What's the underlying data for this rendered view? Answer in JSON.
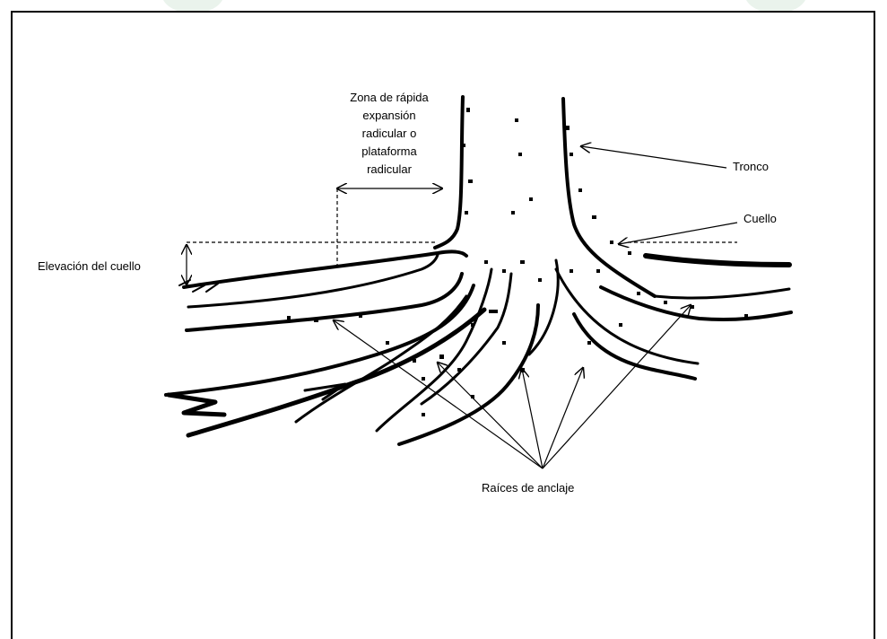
{
  "diagram": {
    "labels": {
      "zona": [
        "Zona de rápida",
        "expansión",
        "radicular o",
        "plataforma",
        "radicular"
      ],
      "tronco": "Tronco",
      "cuello": "Cuello",
      "elevacion": "Elevación del cuello",
      "raices": "Raíces de anclaje"
    },
    "colors": {
      "ink": "#000000",
      "background": "#ffffff",
      "accent": "#eaf3ec"
    }
  }
}
